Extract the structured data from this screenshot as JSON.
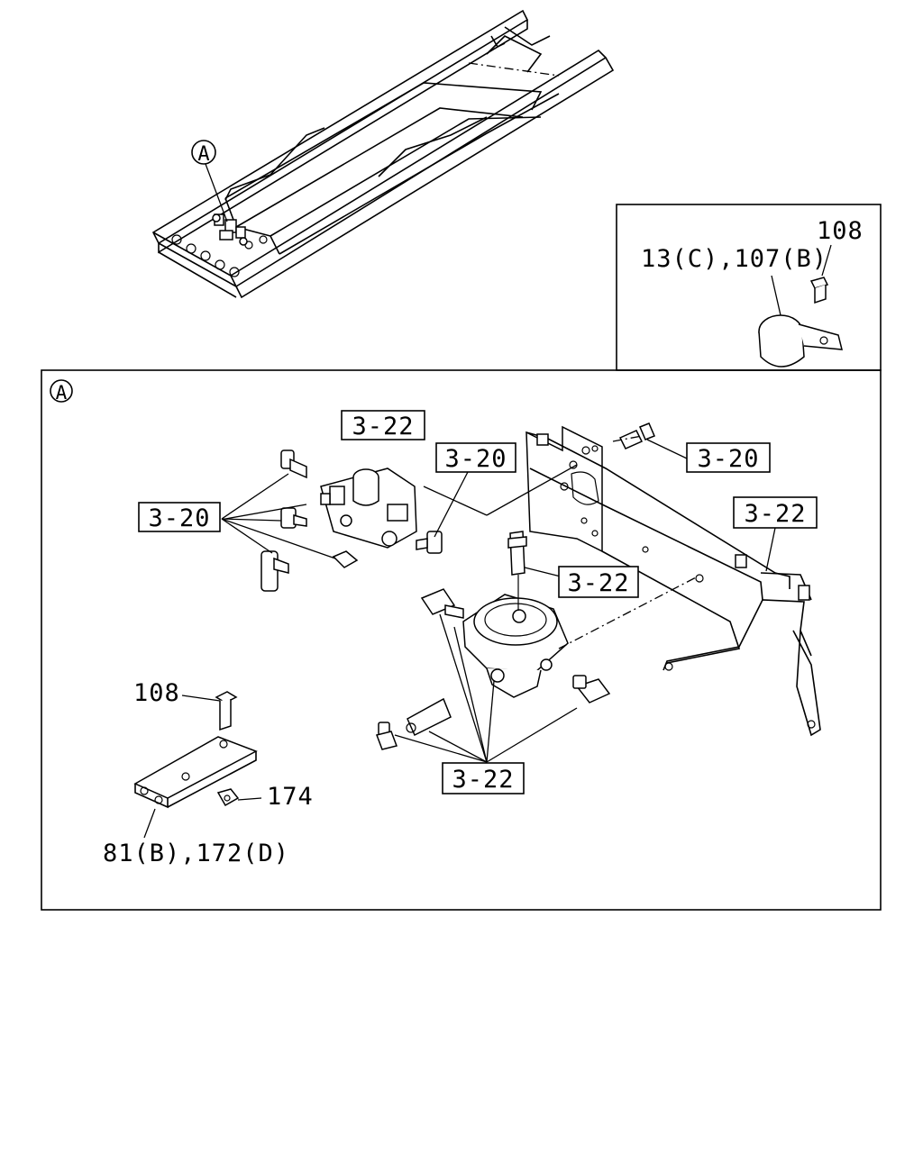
{
  "overview": {
    "marker": "A"
  },
  "inset": {
    "label_bolt": "108",
    "label_clamp": "13(C),107(B)"
  },
  "detail": {
    "marker": "A",
    "callouts": {
      "c1": "3-22",
      "c2": "3-20",
      "c3": "3-20",
      "c4": "3-22",
      "c5": "3-20",
      "c6": "3-22",
      "c7": "3-22"
    },
    "labels": {
      "bolt": "108",
      "nut": "174",
      "plate": "81(B),172(D)"
    }
  }
}
